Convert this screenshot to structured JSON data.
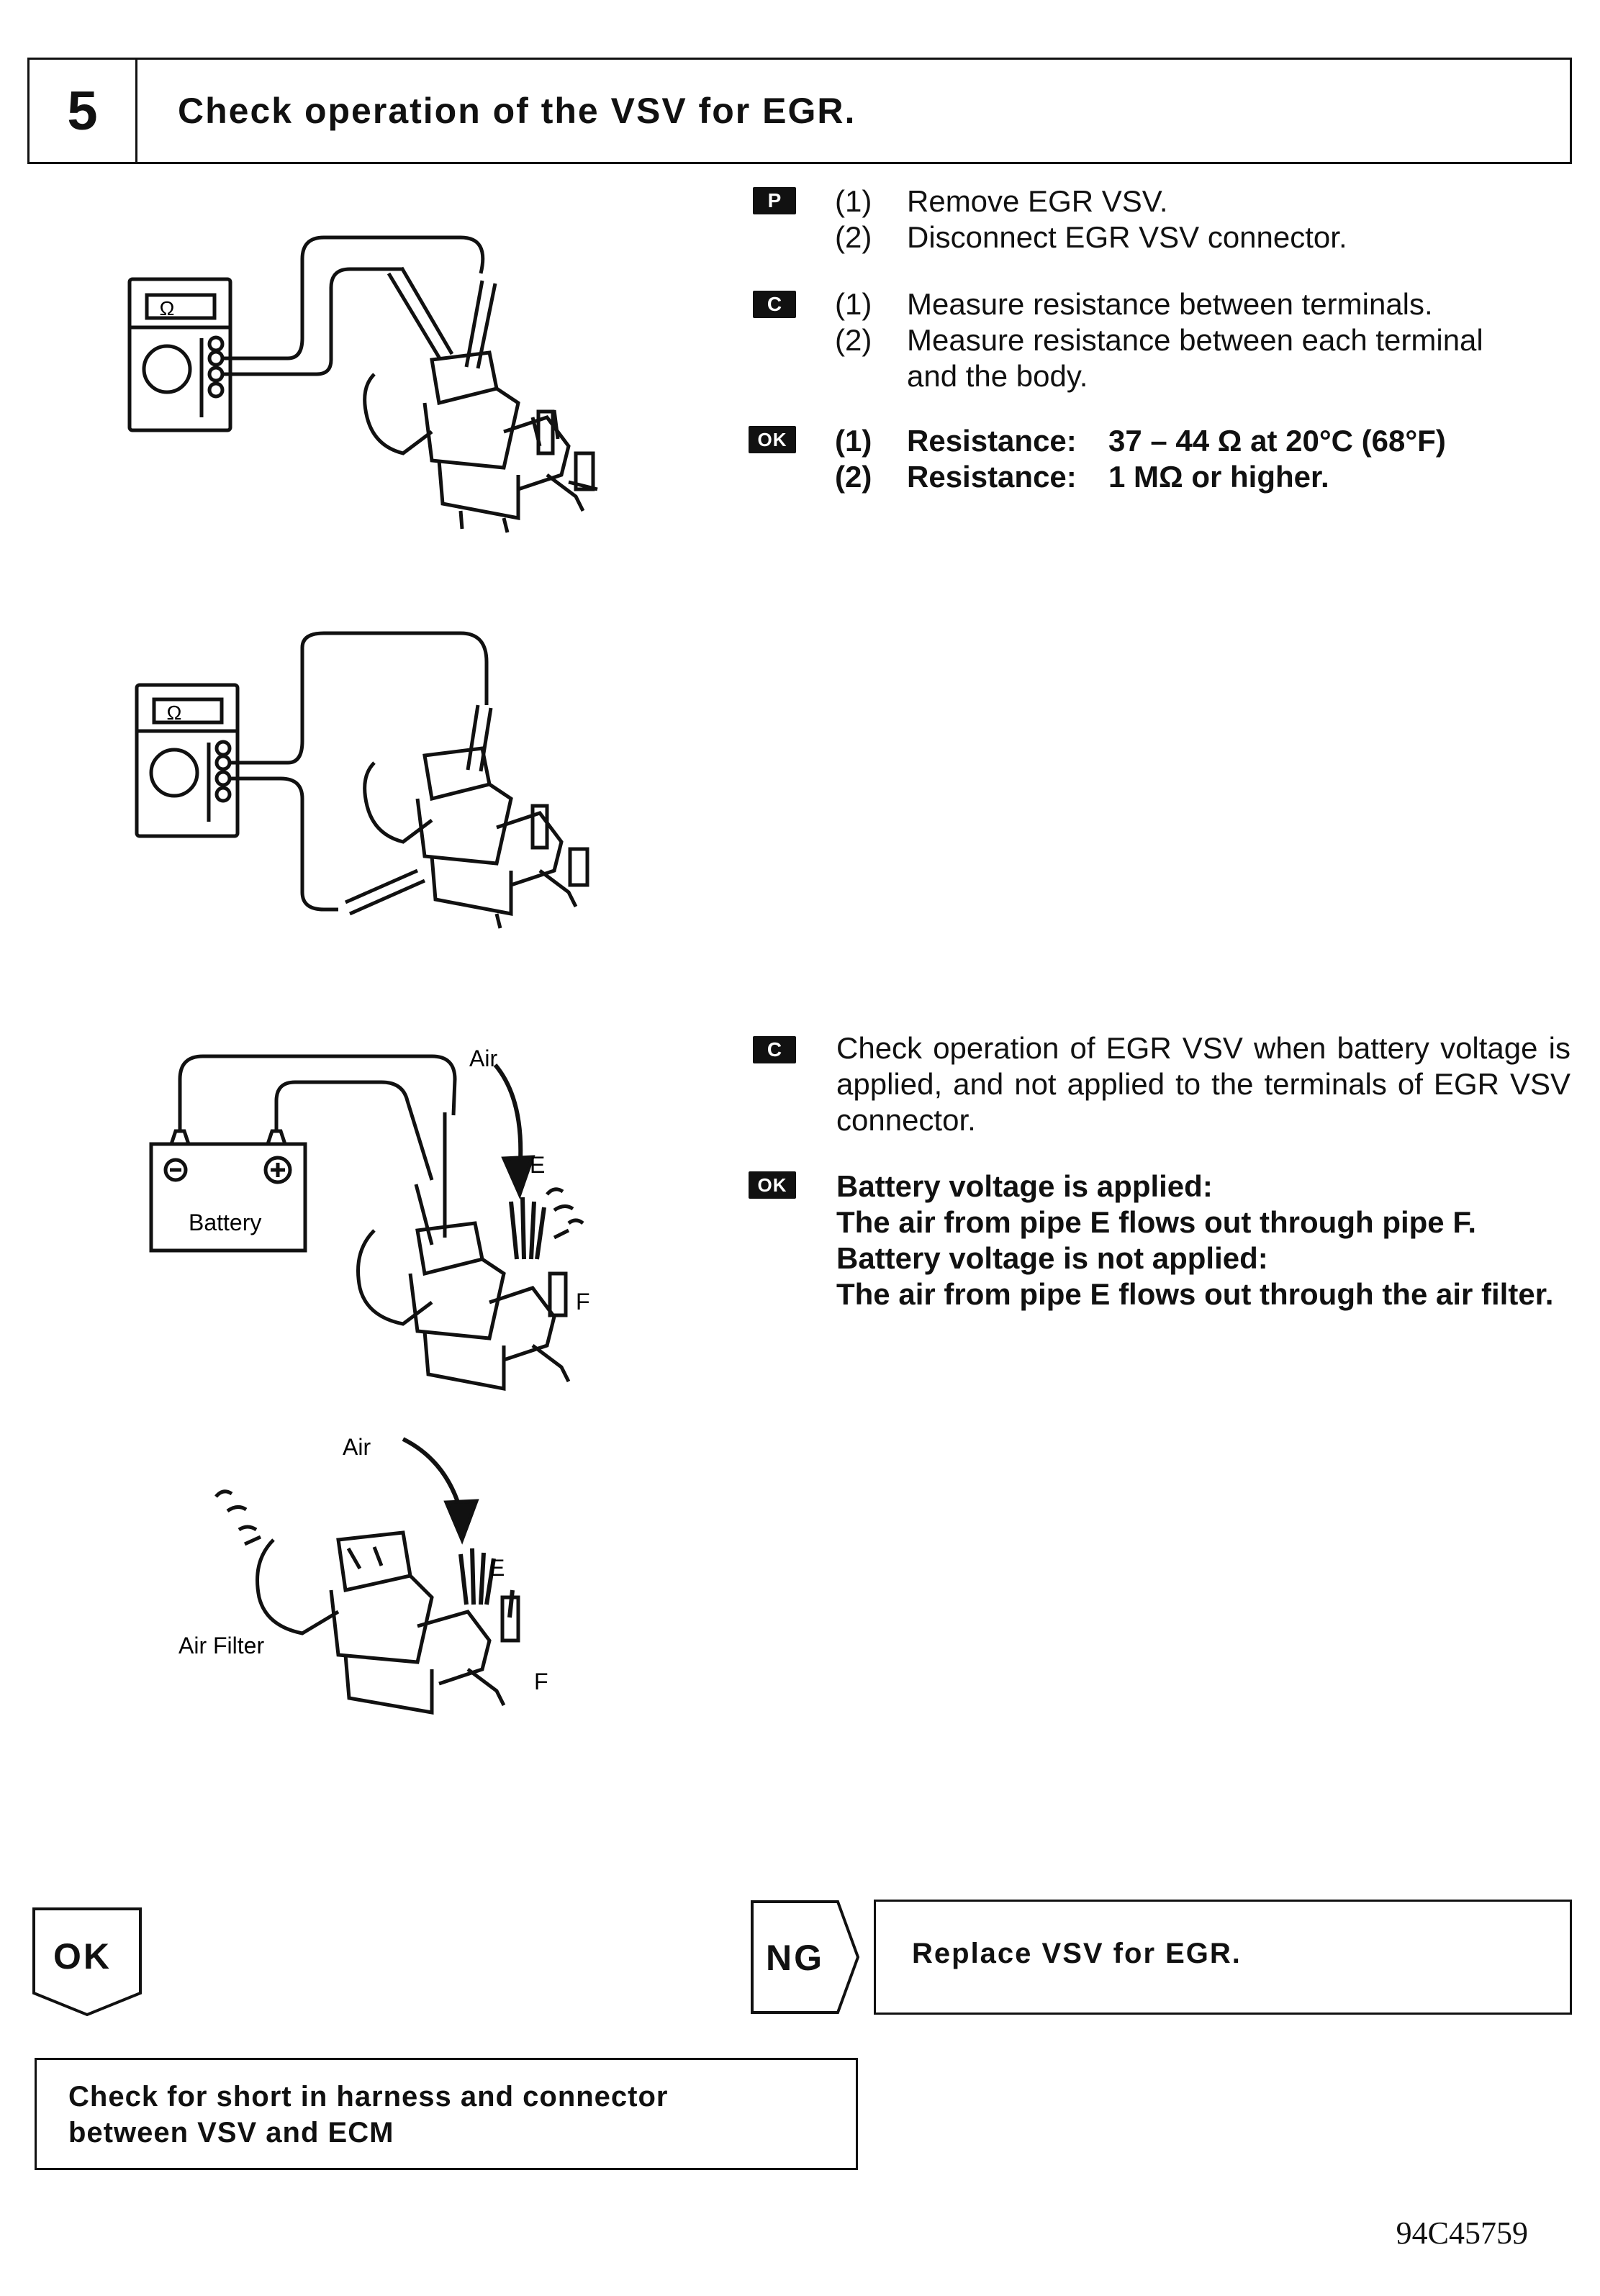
{
  "header": {
    "step_number": "5",
    "title": "Check operation of the VSV for EGR."
  },
  "badges": {
    "prep": "P",
    "check": "C",
    "ok": "OK"
  },
  "section1": {
    "prep_items": [
      {
        "num": "(1)",
        "text": "Remove EGR VSV."
      },
      {
        "num": "(2)",
        "text": "Disconnect EGR VSV connector."
      }
    ],
    "check_items": [
      {
        "num": "(1)",
        "text": "Measure resistance between terminals."
      },
      {
        "num": "(2)",
        "text": "Measure resistance between each terminal"
      },
      {
        "num": "",
        "text": "and the body."
      }
    ],
    "ok_items": [
      {
        "num": "(1)",
        "label": "Resistance:",
        "value": "37 – 44 Ω at 20°C (68°F)"
      },
      {
        "num": "(2)",
        "label": "Resistance:",
        "value": "1 MΩ or higher."
      }
    ]
  },
  "section2": {
    "check_text": "Check operation of EGR VSV when battery voltage is applied, and not applied to the terminals of EGR VSV connector.",
    "ok_lines": [
      "Battery voltage is applied:",
      "The air from pipe E flows out through pipe F.",
      "Battery voltage is not applied:",
      "The air from pipe E flows out through the air filter."
    ]
  },
  "figures": {
    "ohm_symbol": "Ω",
    "battery_label": "Battery",
    "air_label": "Air",
    "pipe_e": "E",
    "pipe_f": "F",
    "air_filter_label": "Air Filter"
  },
  "results": {
    "ok_label": "OK",
    "ng_label": "NG",
    "ng_action": "Replace VSV for EGR.",
    "ok_action_line1": "Check for short in harness and connector",
    "ok_action_line2": "between VSV and ECM"
  },
  "document_id": "94C45759"
}
